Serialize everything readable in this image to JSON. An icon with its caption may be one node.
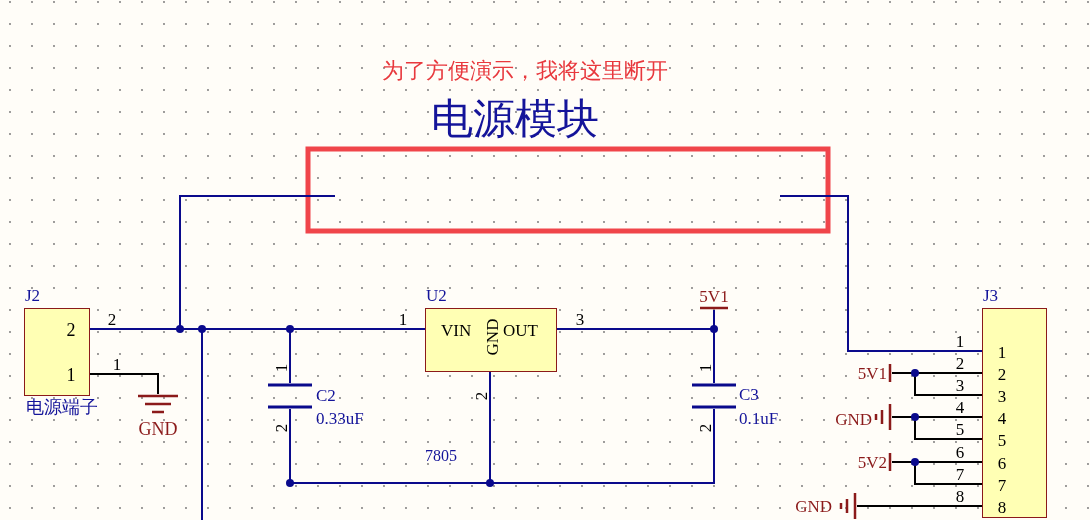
{
  "diagram": {
    "title": "电源模块",
    "nodes": [
      {
        "text": [
          "J2",
          "2",
          "1"
        ],
        "beside": [
          "电源端子"
        ]
      },
      {
        "text": [
          "GND"
        ]
      },
      {
        "text": [
          "U2",
          "VIN",
          "GND",
          "OUT"
        ]
      },
      {
        "text": [
          "C2",
          "0.33uF"
        ]
      },
      {
        "text": [
          "C3",
          "0.1uF"
        ]
      },
      {
        "text": [
          "5V1"
        ]
      },
      {
        "text": [
          "J3",
          "1",
          "2",
          "3",
          "4",
          "5",
          "6",
          "7",
          "8"
        ]
      },
      {
        "text": [
          "5V1"
        ]
      },
      {
        "text": [
          "GND"
        ]
      },
      {
        "text": [
          "5V2"
        ]
      },
      {
        "text": [
          "GND"
        ]
      }
    ],
    "edges": [
      {
        "from": 0,
        "to": 2,
        "arrow": "none"
      },
      {
        "from": 0,
        "to": 1,
        "arrow": "none",
        "color": "#000000"
      },
      {
        "from": 0,
        "to": 3,
        "arrow": "none"
      },
      {
        "from": 0,
        "to": null,
        "arrow": "none"
      },
      {
        "from": null,
        "to": 6,
        "arrow": "none"
      },
      {
        "from": 0,
        "to": null,
        "arrow": "none"
      },
      {
        "from": 3,
        "to": 2,
        "arrow": "none"
      },
      {
        "from": 4,
        "to": 2,
        "arrow": "none"
      },
      {
        "from": 2,
        "to": 5,
        "arrow": "none"
      },
      {
        "from": 2,
        "to": 4,
        "arrow": "none"
      },
      {
        "from": 7,
        "to": 6,
        "arrow": "none",
        "color": "#000000"
      },
      {
        "from": 7,
        "to": 6,
        "arrow": "none",
        "color": "#000000"
      },
      {
        "from": 8,
        "to": 6,
        "arrow": "none",
        "color": "#000000"
      },
      {
        "from": 8,
        "to": 6,
        "arrow": "none",
        "color": "#000000"
      },
      {
        "from": 9,
        "to": 6,
        "arrow": "none",
        "color": "#000000"
      },
      {
        "from": 9,
        "to": 6,
        "arrow": "none",
        "color": "#000000"
      },
      {
        "from": 10,
        "to": 6,
        "arrow": "none",
        "color": "#000000"
      }
    ],
    "labels": [
      "为了方便演示，我将这里断开",
      "2",
      "1",
      "1",
      "3",
      "1",
      "2",
      "2",
      "1",
      "2",
      "1",
      "2",
      "3",
      "4",
      "5",
      "6",
      "7",
      "8",
      "7805"
    ]
  }
}
